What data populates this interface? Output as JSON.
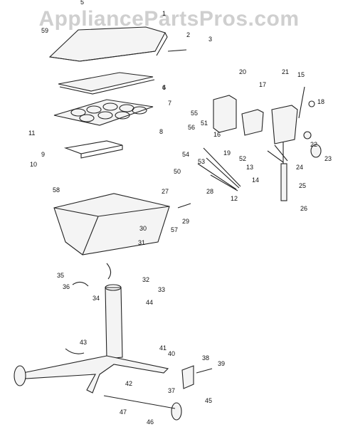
{
  "watermark": "AppliancePartsPros.com",
  "colors": {
    "line": "#222222",
    "label": "#111111",
    "watermark": "#cfcfcf"
  },
  "callouts": [
    "1",
    "2",
    "3",
    "4",
    "5",
    "6",
    "7",
    "8",
    "9",
    "10",
    "11",
    "12",
    "13",
    "14",
    "15",
    "16",
    "17",
    "18",
    "19",
    "20",
    "21",
    "22",
    "23",
    "24",
    "25",
    "26",
    "27",
    "28",
    "29",
    "30",
    "31",
    "32",
    "33",
    "34",
    "35",
    "36",
    "37",
    "38",
    "39",
    "40",
    "41",
    "42",
    "43",
    "44",
    "45",
    "46",
    "47",
    "50",
    "51",
    "52",
    "53",
    "54",
    "55",
    "56",
    "57",
    "58",
    "59"
  ]
}
